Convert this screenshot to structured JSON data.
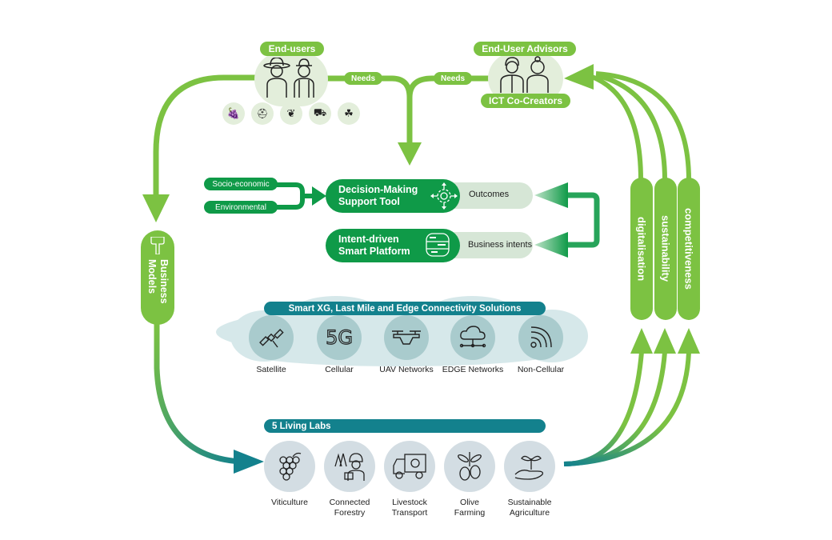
{
  "colors": {
    "light_green": "#7cc242",
    "dark_green": "#0f9a48",
    "teal": "#13818d",
    "pale_green": "#e3eedb",
    "pale_teal": "#cfe2e3",
    "pale_grey": "#d3dde3"
  },
  "top": {
    "end_users": {
      "label": "End-users",
      "sector_icons": [
        "grapes-icon",
        "forester-icon",
        "olive-icon",
        "livestock-truck-icon",
        "plant-hand-icon"
      ]
    },
    "advisors": {
      "label": "End-User Advisors",
      "sublabel": "ICT Co-Creators"
    },
    "needs_left": "Needs",
    "needs_right": "Needs"
  },
  "inputs": {
    "socio_economic": "Socio-economic",
    "environmental": "Environmental"
  },
  "tools": {
    "decision_tool": {
      "line1": "Decision-Making",
      "line2": "Support Tool",
      "output": "Outcomes"
    },
    "platform": {
      "line1": "Intent-driven",
      "line2": "Smart Platform",
      "output": "Business intents"
    }
  },
  "business_models": {
    "line1": "Business",
    "line2": "Models"
  },
  "goals": [
    "digitalisation",
    "sustainability",
    "competitiveness"
  ],
  "connectivity": {
    "title": "Smart XG, Last Mile and Edge Connectivity Solutions",
    "items": [
      {
        "label": "Satellite",
        "icon": "satellite-icon"
      },
      {
        "label": "Cellular",
        "icon": "5g-icon",
        "glyph": "5G"
      },
      {
        "label": "UAV Networks",
        "icon": "drone-icon"
      },
      {
        "label": "EDGE Networks",
        "icon": "cloud-network-icon"
      },
      {
        "label": "Non-Cellular",
        "icon": "wireless-icon"
      }
    ]
  },
  "living_labs": {
    "title": "5 Living Labs",
    "items": [
      {
        "line1": "Viticulture",
        "line2": "",
        "icon": "grapes-icon"
      },
      {
        "line1": "Connected",
        "line2": "Forestry",
        "icon": "forester-icon"
      },
      {
        "line1": "Livestock",
        "line2": "Transport",
        "icon": "livestock-truck-icon"
      },
      {
        "line1": "Olive",
        "line2": "Farming",
        "icon": "olive-icon"
      },
      {
        "line1": "Sustainable",
        "line2": "Agriculture",
        "icon": "plant-hand-icon"
      }
    ]
  }
}
